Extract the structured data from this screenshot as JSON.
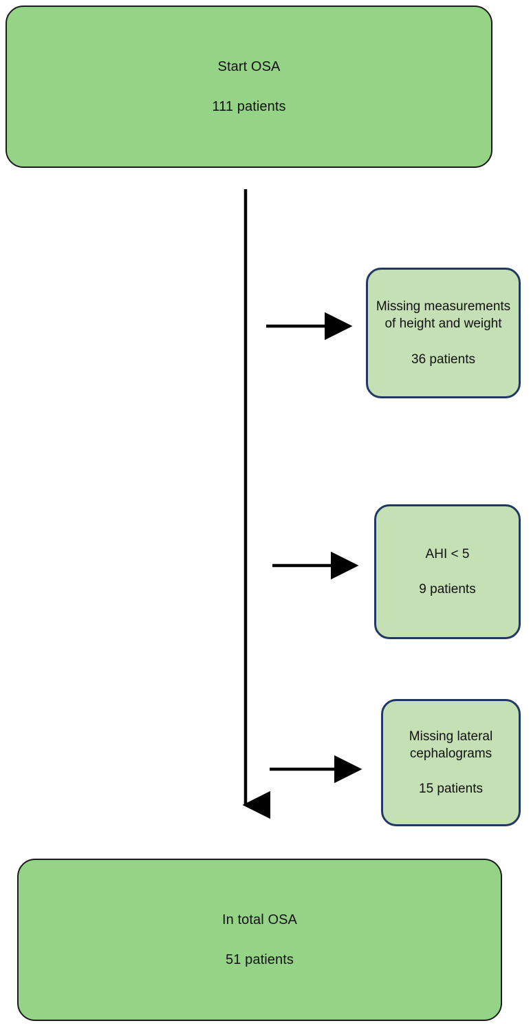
{
  "diagram": {
    "type": "flowchart",
    "orientation": "vertical-with-side-exclusions",
    "colors": {
      "main_fill": "#95D387",
      "main_stroke": "#1A1A1A",
      "exclusion_fill": "#C5E0B4",
      "exclusion_stroke": "#1F3864",
      "arrow": "#000000",
      "background": "#FFFFFF",
      "text": "#111111"
    },
    "start_node": {
      "title": "Start OSA",
      "count": "111 patients"
    },
    "exclusions": [
      {
        "title": "Missing measurements of height and weight",
        "count": "36 patients"
      },
      {
        "title": "AHI < 5",
        "count": "9 patients"
      },
      {
        "title": "Missing lateral cephalograms",
        "count": "15 patients"
      }
    ],
    "end_node": {
      "title": "In total OSA",
      "count": "51 patients"
    }
  }
}
